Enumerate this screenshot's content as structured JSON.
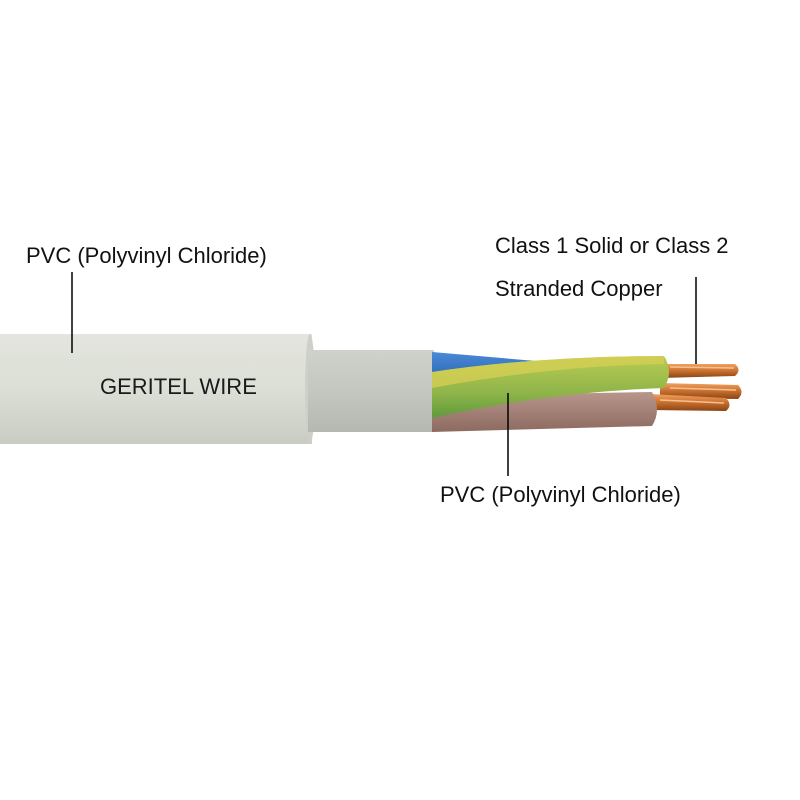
{
  "labels": {
    "outer_sheath": "PVC (Polyvinyl Chloride)",
    "conductor_line1": "Class 1 Solid or Class 2",
    "conductor_line2": "Stranded Copper",
    "insulation": "PVC (Polyvinyl Chloride)",
    "brand_print": "GERITEL WIRE"
  },
  "colors": {
    "sheath": "#dcdfd6",
    "bedding": "#c4c7bf",
    "core_blue": "#2e6fc4",
    "core_green_yellow": "#9cb84a",
    "core_brown": "#a07c70",
    "copper": "#c8702e",
    "leader_line": "#000000"
  }
}
